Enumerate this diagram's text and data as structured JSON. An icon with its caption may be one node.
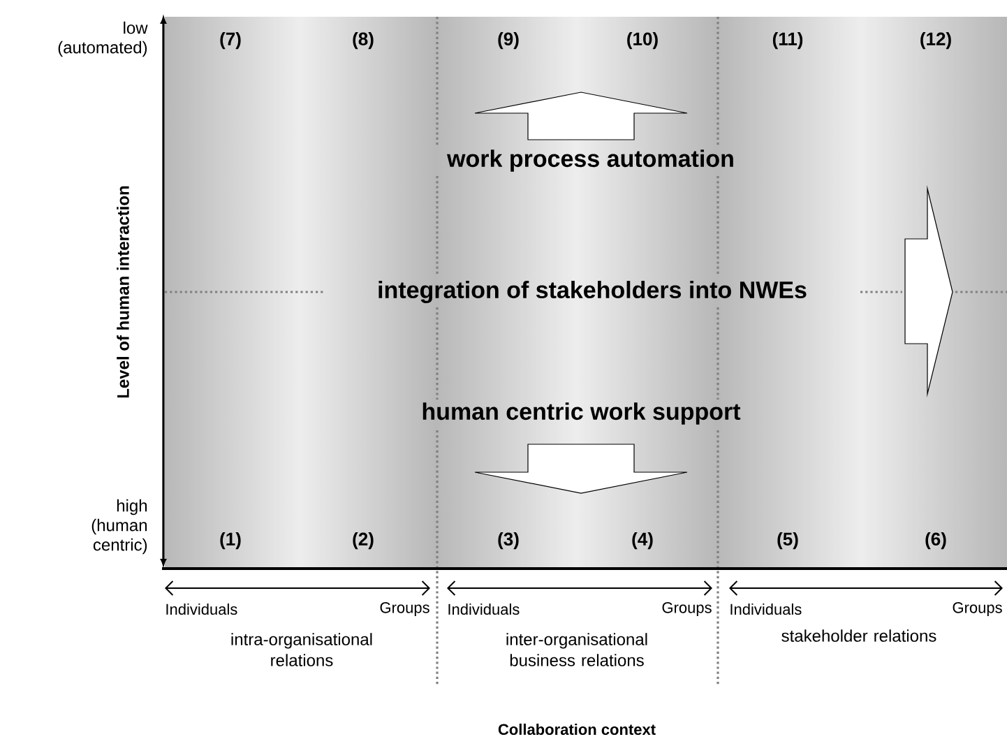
{
  "diagram": {
    "labels": [
      "low (automated)",
      "(7)",
      "(8)",
      "(9)",
      "(10)",
      "(11)",
      "(12)",
      "work process automation",
      "integration of stakeholders into NWEs",
      "human centric work support",
      "high (human centric)",
      "(1)",
      "(2)",
      "(3)",
      "(4)",
      "(5)",
      "(6)",
      "Individuals",
      "Groups",
      "Individuals",
      "Groups",
      "Individuals",
      "Groups",
      "intra-organisational relations",
      "inter-organisational business relations",
      "stakeholder relations",
      "Level of human interaction",
      "Collaboration context"
    ]
  }
}
